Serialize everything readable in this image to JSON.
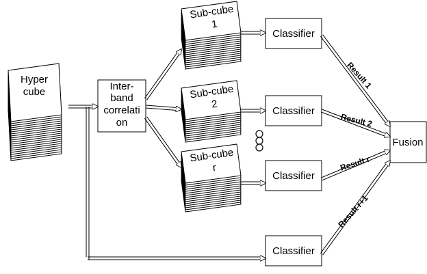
{
  "diagram": {
    "hypercube": {
      "label_lines": [
        "Hyper",
        "cube"
      ]
    },
    "correlation": {
      "label_lines": [
        "Inter-",
        "band",
        "correlati",
        "on"
      ]
    },
    "subcubes": [
      {
        "label_lines": [
          "Sub-cube",
          "1"
        ]
      },
      {
        "label_lines": [
          "Sub-cube",
          "2"
        ]
      },
      {
        "label_lines": [
          "Sub-cube",
          "r"
        ]
      }
    ],
    "classifiers": [
      "Classifier",
      "Classifier",
      "Classifier",
      "Classifier"
    ],
    "results": [
      "Result 1",
      "Result 2",
      "Result r",
      "Result r+1"
    ],
    "fusion": "Fusion"
  }
}
